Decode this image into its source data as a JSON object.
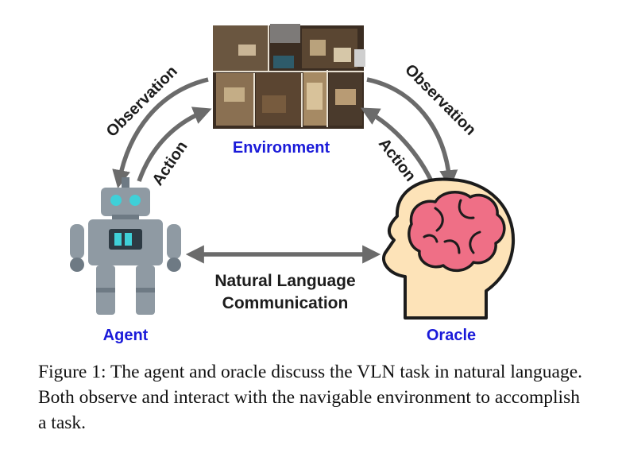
{
  "diagram": {
    "nodes": {
      "environment": {
        "label": "Environment"
      },
      "agent": {
        "label": "Agent"
      },
      "oracle": {
        "label": "Oracle"
      }
    },
    "edges": {
      "agent_observation": "Observation",
      "agent_action": "Action",
      "oracle_observation": "Observation",
      "oracle_action": "Action",
      "communication_line1": "Natural Language",
      "communication_line2": "Communication"
    }
  },
  "caption": {
    "text": "Figure 1: The agent and oracle discuss the VLN task in natural language. Both observe and interact with the navigable environment to accomplish a task."
  },
  "colors": {
    "label_blue": "#1a1ad9",
    "arrow_gray": "#6b6b6b",
    "robot_gray": "#8f9aa3",
    "robot_dark": "#6e7a84",
    "robot_eye": "#3fd0d8",
    "head_skin": "#fde3b8",
    "brain_pink": "#ef6f86",
    "outline": "#1c1c1c"
  }
}
